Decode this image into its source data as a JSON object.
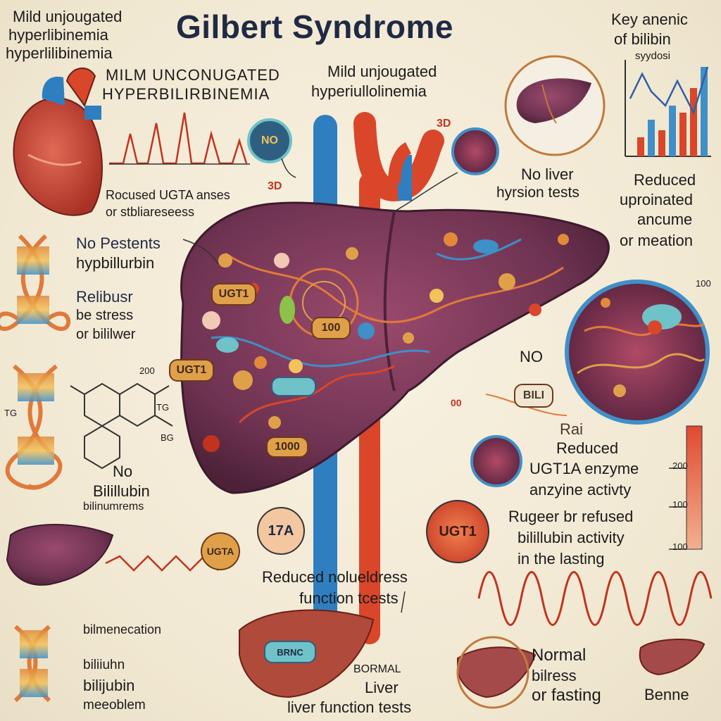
{
  "title": "Gilbert Syndrome",
  "labels": {
    "top_left_1": "Mild unjougated",
    "top_left_2": "hyperlibinemia",
    "top_left_3": "hyperlilibinemia",
    "banner_1a": "MILM UNCONUGATED",
    "banner_1b": "HYPERBILIRBINEMIA",
    "banner_2a": "Mild unjougated",
    "banner_2b": "hyperiullolinemia",
    "key_1": "Key anenic",
    "key_2": "of bilibin",
    "key_3": "syydosi",
    "no_liver_1": "No liver",
    "no_liver_2": "hyrsion tests",
    "reduced_r1": "Reduced",
    "reduced_r2": "uproinated",
    "reduced_r3": "ancume",
    "reduced_r4": "or meation",
    "rocused_1": "Rocused UGTA anses",
    "rocused_2": "or stbliareseess",
    "no_pat_1": "No Pestents",
    "no_pat_2": "hypbillurbin",
    "relibus_1": "Relibusr",
    "relibus_2": "be stress",
    "relibus_3": "or bililwer",
    "no_bili_1": "No",
    "no_bili_2": "Bilillubin",
    "no_bili_3": "bilinumrems",
    "no_right": "NO",
    "rai": "Rai",
    "reduced_ugt_1": "Reduced",
    "reduced_ugt_2": "UGT1A enzyme",
    "reduced_ugt_3": "anzyine activty",
    "fasting_1": "Rugeer br refused",
    "fasting_2": "bilillubin activity",
    "fasting_3": "in the lasting",
    "reduced_func_1": "Reduced nolueldress",
    "reduced_func_2": "function tcests",
    "bilmen": "bilmenecation",
    "bilijub_1": "biliiuhn",
    "bilijub_2": "bilijubin",
    "bilijub_3": "meeoblem",
    "normal_l_1": "BORMAL",
    "normal_l_2": "Liver",
    "normal_l_3": "liver function tests",
    "normal_r_1": "Normal",
    "normal_r_2": "bilress",
    "normal_r_3": "or fasting",
    "benne": "Benne"
  },
  "pills": {
    "ugt1_upper": "UGT1",
    "ugt1_mid": "UGT1",
    "p100": "100",
    "p1000": "1000",
    "ugta": "UGTA",
    "bili": "BILI",
    "no_badge": "NO",
    "t17a": "17A",
    "ugt1_circle": "UGT1",
    "small_30a": "3D",
    "small_30b": "3D",
    "small_00": "00",
    "bottom_pill": "BRNC"
  },
  "ticks": {
    "dna_r1": "200",
    "dna_r2": "TG",
    "dna_r3": "BG",
    "dna_l": "TG",
    "right_1": "100",
    "right_2": "200",
    "right_3": "100",
    "right_4": "100"
  },
  "colors": {
    "liver": "#7b3f5e",
    "artery": "#d9462a",
    "vein": "#2f7fc0",
    "accent_navy": "#1f2a44"
  }
}
